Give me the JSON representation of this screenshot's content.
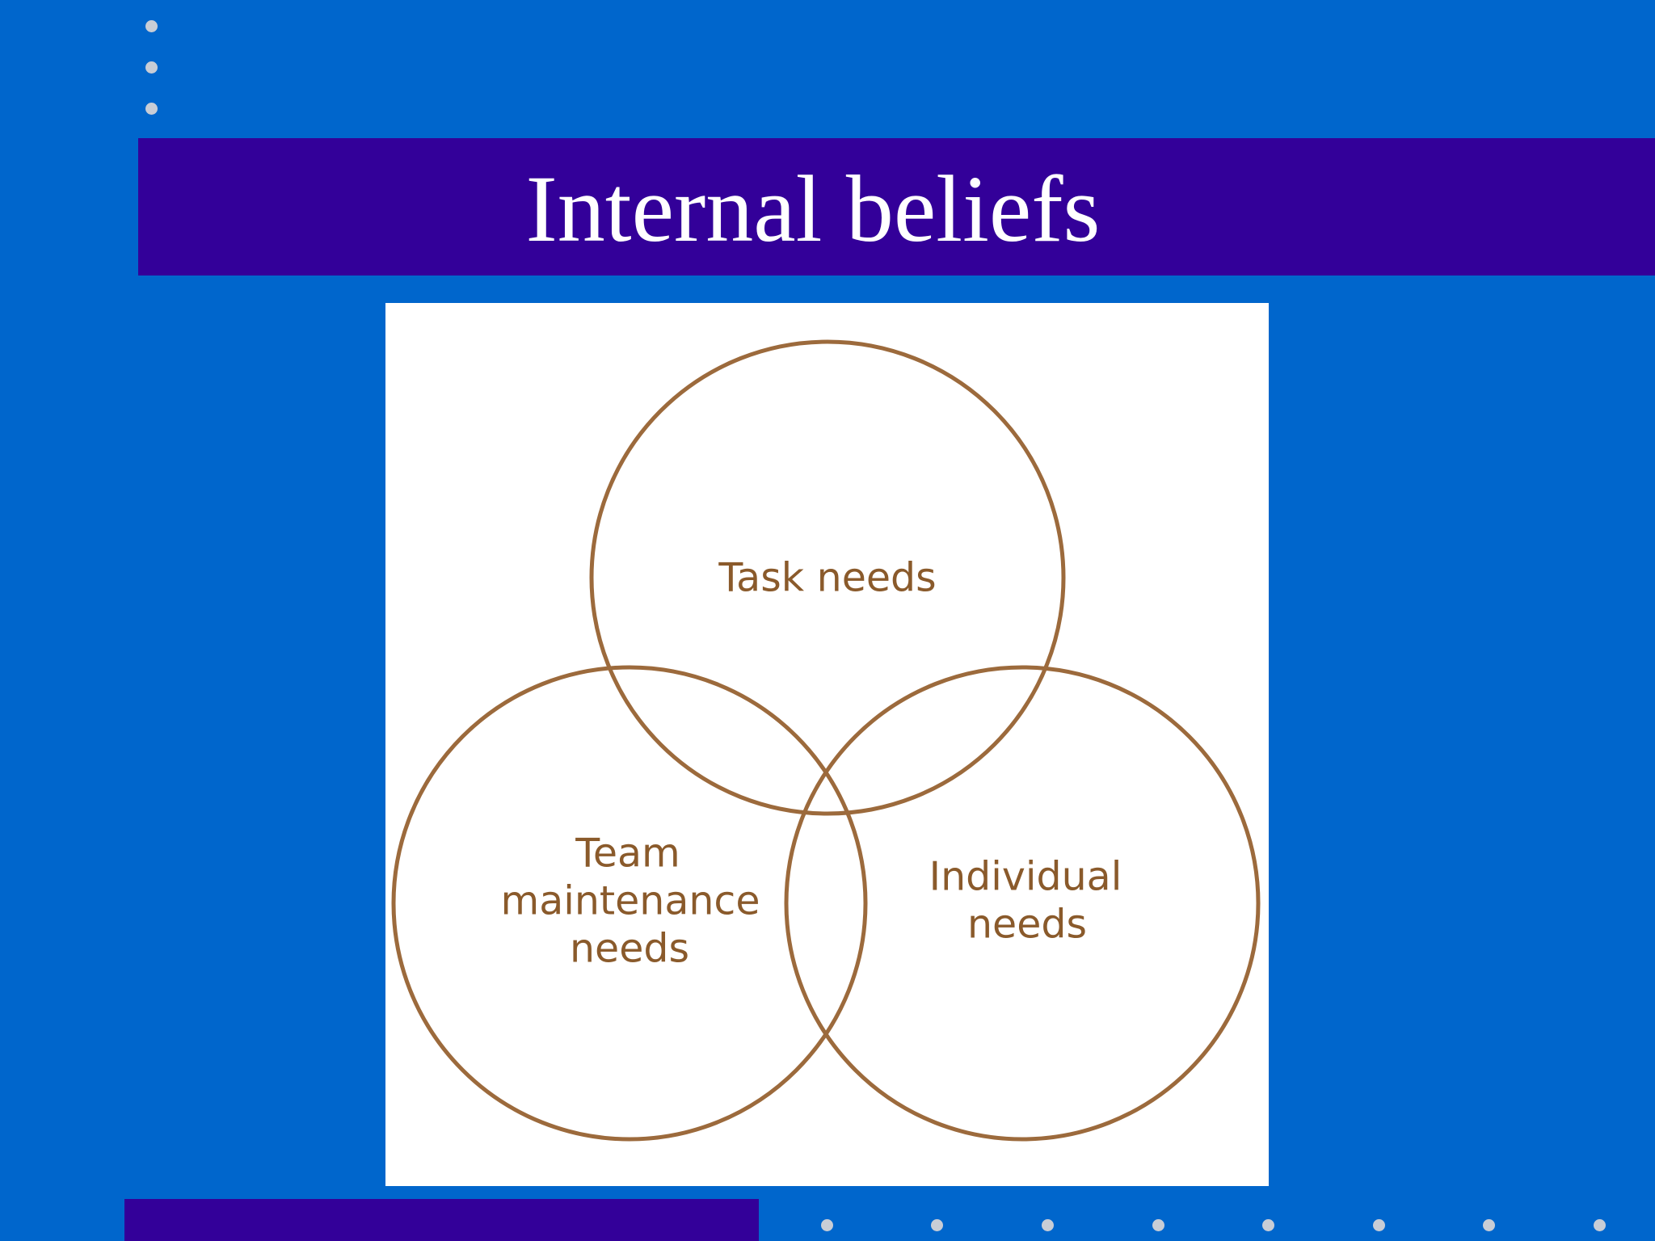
{
  "slide": {
    "title": "Internal beliefs",
    "colors": {
      "background": "#0066cc",
      "band": "#330099",
      "title_text": "#ffffff",
      "dots": "#c8cdd6",
      "diagram_panel": "#ffffff",
      "circle_stroke": "#9c6a3c",
      "label_text": "#8a5a2b"
    }
  },
  "diagram": {
    "type": "three-circle venn diagram",
    "circles": [
      {
        "id": "task",
        "label_lines": [
          "Task needs"
        ]
      },
      {
        "id": "team",
        "label_lines": [
          "Team",
          "maintenance",
          "needs"
        ]
      },
      {
        "id": "individual",
        "label_lines": [
          "Individual",
          "needs"
        ]
      }
    ]
  }
}
